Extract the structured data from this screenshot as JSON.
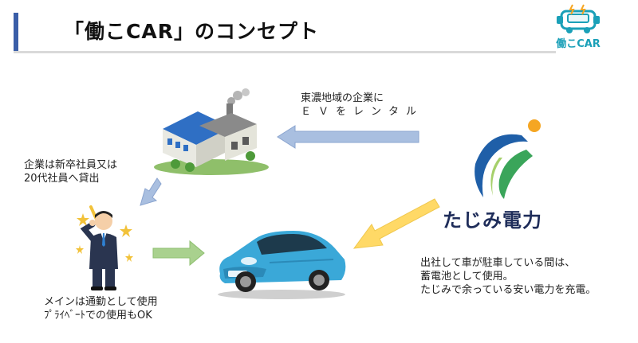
{
  "header": {
    "title": "「働こCAR」のコンセプト",
    "logo_text": "働こCAR"
  },
  "notes": {
    "rental_line1": "東濃地域の企業に",
    "rental_line2": "ＥＶをレンタル",
    "lend_line1": "企業は新卒社員又は",
    "lend_line2": "20代社員へ貸出",
    "use_line1": "メインは通勤として使用",
    "use_line2": "ﾌﾟﾗｲﾍﾞｰﾄでの使用もOK",
    "park_line1": "出社して車が駐車している間は、",
    "park_line2": "蓄電池として使用。",
    "park_line3": "たじみで余っている安い電力を充電。"
  },
  "company": {
    "name": "たじみ電力"
  },
  "colors": {
    "accent_bar": "#3a5ea8",
    "arrow_blue": "#a9bfe0",
    "arrow_green": "#a9d18e",
    "arrow_yellow": "#ffd966",
    "logo_blue": "#1f5fa8",
    "logo_green": "#3aa55a",
    "logo_orange": "#f5a623",
    "car_body": "#3aa8d8"
  },
  "icons": [
    "factory-icon",
    "businessman-icon",
    "car-icon",
    "company-logo-icon",
    "corner-logo-icon"
  ]
}
